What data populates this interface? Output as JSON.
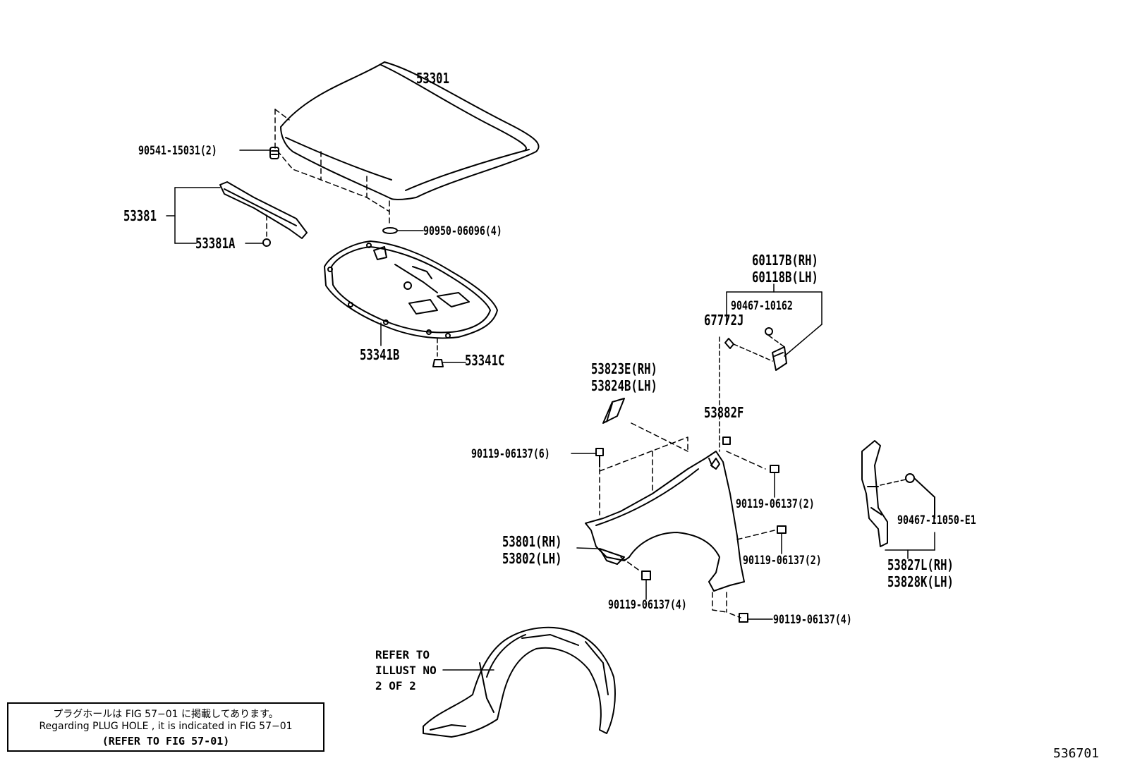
{
  "labels": {
    "hood": "53301",
    "hood_cushion": "90541-15031(2)",
    "hood_seal": "53381",
    "hood_seal_clip": "53381A",
    "hood_plug": "90950-06096(4)",
    "hood_insulator": "53341B",
    "insulator_clip": "53341C",
    "fender_mud_guard_rh": "60117B(RH)",
    "fender_mud_guard_lh": "60118B(LH)",
    "mud_guard_screw": "90467-10162",
    "mud_guard_clip": "67772J",
    "fender_seal_rh": "53823E(RH)",
    "fender_seal_lh": "53824B(LH)",
    "fender_nut": "53882F",
    "fender_bolt_top": "90119-06137(6)",
    "fender_bolt_a": "90119-06137(2)",
    "fender_bolt_b": "90119-06137(2)",
    "fender_bolt_c": "90119-06137(4)",
    "fender_bolt_d": "90119-06137(4)",
    "fender_rh": "53801(RH)",
    "fender_lh": "53802(LH)",
    "side_seal_clip": "90467-11050-E1",
    "side_seal_rh": "53827L(RH)",
    "side_seal_lh": "53828K(LH)"
  },
  "liner_note": {
    "line1": "REFER TO",
    "line2": "ILLUST NO",
    "line3": "2 OF 2"
  },
  "note_box": {
    "line_jp": "プラグホールは FIG  57−01 に掲載してあります。",
    "line_en": "Regarding  PLUG  HOLE , it is indicated in  FIG  57−01",
    "line_ref": "(REFER TO FIG 57-01)"
  },
  "figure_id": "536701"
}
